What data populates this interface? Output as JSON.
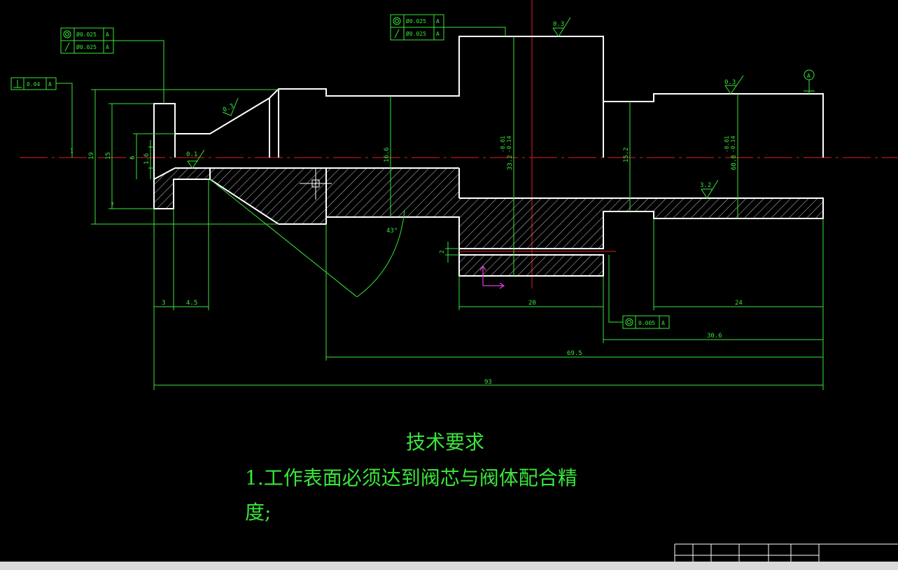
{
  "colors": {
    "outline": "#ffffff",
    "dim": "#39e639",
    "center": "#e02020",
    "ucs": "#e040e0"
  },
  "dims": {
    "d93": "93",
    "d69_5": "69.5",
    "d30_6": "30.6",
    "d24": "24",
    "d20": "20",
    "d3": "3",
    "d4_5": "4.5",
    "d16_6": "16.6",
    "d33_2": "33.2",
    "d15_2": "15.2",
    "d68_8": "68.8",
    "d19": "19",
    "d15": "15",
    "d6": "6",
    "d1_6": "1.6",
    "d2": "2",
    "d43": "43°",
    "d7": "7",
    "d1": "1",
    "tol_small_a": "-0.01",
    "tol_small_b": "-0.14"
  },
  "roughness": {
    "r1": "0.3",
    "r2": "0.3",
    "r3": "0.3",
    "r4": "3.2",
    "r5": "0.1"
  },
  "gdt": {
    "f1a": "Ø0.025",
    "f1b": "Ø0.025",
    "f2a": "Ø0.025",
    "f2b": "Ø0.025",
    "f3": "0.04",
    "f4": "0.005",
    "datum": "A"
  },
  "notes": {
    "title": "技术要求",
    "line1": "1.工作表面必须达到阀芯与阀体配合精",
    "line2": "度;"
  }
}
